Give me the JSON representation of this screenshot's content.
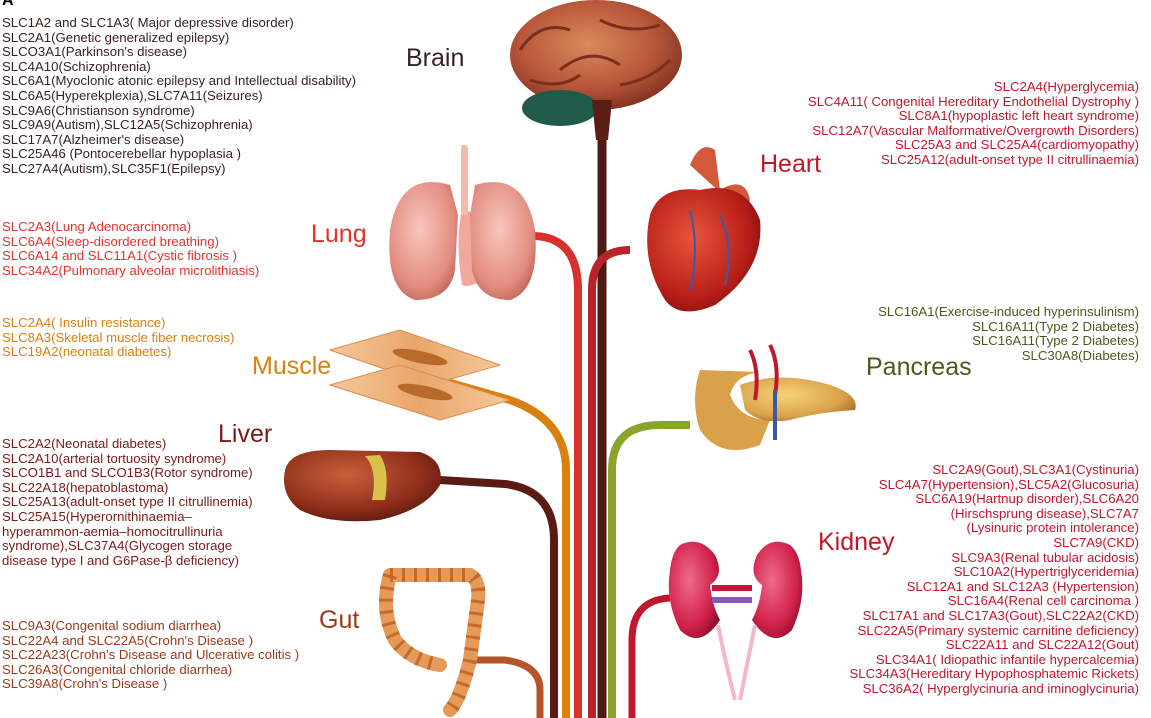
{
  "panel_label": "A",
  "colors": {
    "brain": "#3a1f1f",
    "heart": "#c0172d",
    "lung": "#e2342b",
    "muscle": "#d9800e",
    "pancreas": "#4a5a1c",
    "liver": "#7a1a17",
    "kidney": "#c0172d",
    "gut": "#9a3a1a",
    "trunk_dark": "#4d1a14"
  },
  "organs": {
    "brain": {
      "label": "Brain",
      "items": [
        "SLC1A2 and SLC1A3( Major depressive disorder)",
        "SLC2A1(Genetic generalized epilepsy)",
        "SLCO3A1(Parkinson's disease)",
        "SLC4A10(Schizophrenia)",
        "SLC6A1(Myoclonic atonic epilepsy  and Intellectual disability)",
        "SLC6A5(Hyperekplexia),SLC7A11(Seizures)",
        "SLC9A6(Christianson syndrome)",
        "SLC9A9(Autism),SLC12A5(Schizophrenia)",
        "SLC17A7(Alzheimer's disease)",
        "SLC25A46 (Pontocerebellar hypoplasia )",
        "SLC27A4(Autism),SLC35F1(Epilepsy)"
      ]
    },
    "heart": {
      "label": "Heart",
      "items": [
        "SLC2A4(Hyperglycemia)",
        "SLC4A11( Congenital Hereditary Endothelial Dystrophy )",
        "SLC8A1(hypoplastic left heart syndrome)",
        "SLC12A7(Vascular Malformative/Overgrowth Disorders)",
        "SLC25A3 and SLC25A4(cardiomyopathy)",
        "SLC25A12(adult-onset type II citrullinaemia)"
      ]
    },
    "lung": {
      "label": "Lung",
      "items": [
        "SLC2A3(Lung Adenocarcinoma)",
        "SLC6A4(Sleep-disordered breathing)",
        "SLC6A14 and SLC11A1(Cystic fibrosis )",
        "SLC34A2(Pulmonary alveolar microlithiasis)"
      ]
    },
    "muscle": {
      "label": "Muscle",
      "items": [
        "SLC2A4( Insulin resistance)",
        "SLC8A3(Skeletal muscle fiber necrosis)",
        "SLC19A2(neonatal diabetes)"
      ]
    },
    "pancreas": {
      "label": "Pancreas",
      "items": [
        "SLC16A1(Exercise-induced hyperinsulinism)",
        "SLC16A11(Type 2 Diabetes)",
        "SLC16A11(Type 2 Diabetes)",
        "SLC30A8(Diabetes)"
      ]
    },
    "liver": {
      "label": "Liver",
      "items": [
        "SLC2A2(Neonatal diabetes)",
        "SLC2A10(arterial tortuosity syndrome)",
        "SLCO1B1 and SLCO1B3(Rotor syndrome)",
        "SLC22A18(hepatoblastoma)",
        "SLC25A13(adult-onset type II citrullinemia)",
        "SLC25A15(Hyperornithinaemia–",
        "hyperammon-aemia–homocitrullinuria",
        "syndrome),SLC37A4(Glycogen storage",
        "disease type I and G6Pase-β deficiency)"
      ]
    },
    "kidney": {
      "label": "Kidney",
      "items": [
        "SLC2A9(Gout),SLC3A1(Cystinuria)",
        "SLC4A7(Hypertension),SLC5A2(Glucosuria)",
        "SLC6A19(Hartnup disorder),SLC6A20",
        "(Hirschsprung disease),SLC7A7",
        "(Lysinuric protein intolerance)",
        "SLC7A9(CKD)",
        "SLC9A3(Renal tubular acidosis)",
        "SLC10A2(Hypertriglyceridemia)",
        "SLC12A1 and SLC12A3 (Hypertension)",
        "SLC16A4(Renal cell carcinoma )",
        "SLC17A1 and SLC17A3(Gout),SLC22A2(CKD)",
        "SLC22A5(Primary systemic carnitine deficiency)",
        "SLC22A11 and SLC22A12(Gout)",
        "SLC34A1( Idiopathic infantile hypercalcemia)",
        "SLC34A3(Hereditary Hypophosphatemic Rickets)",
        "SLC36A2( Hyperglycinuria and iminoglycinuria)"
      ]
    },
    "gut": {
      "label": "Gut",
      "items": [
        "SLC9A3(Congenital sodium diarrhea)",
        "SLC22A4 and SLC22A5(Crohn's Disease )",
        "SLC22A23(Crohn's Disease and Ulcerative colitis )",
        "SLC26A3(Congenital chloride diarrhea)",
        "SLC39A8(Crohn's Disease )"
      ]
    }
  }
}
